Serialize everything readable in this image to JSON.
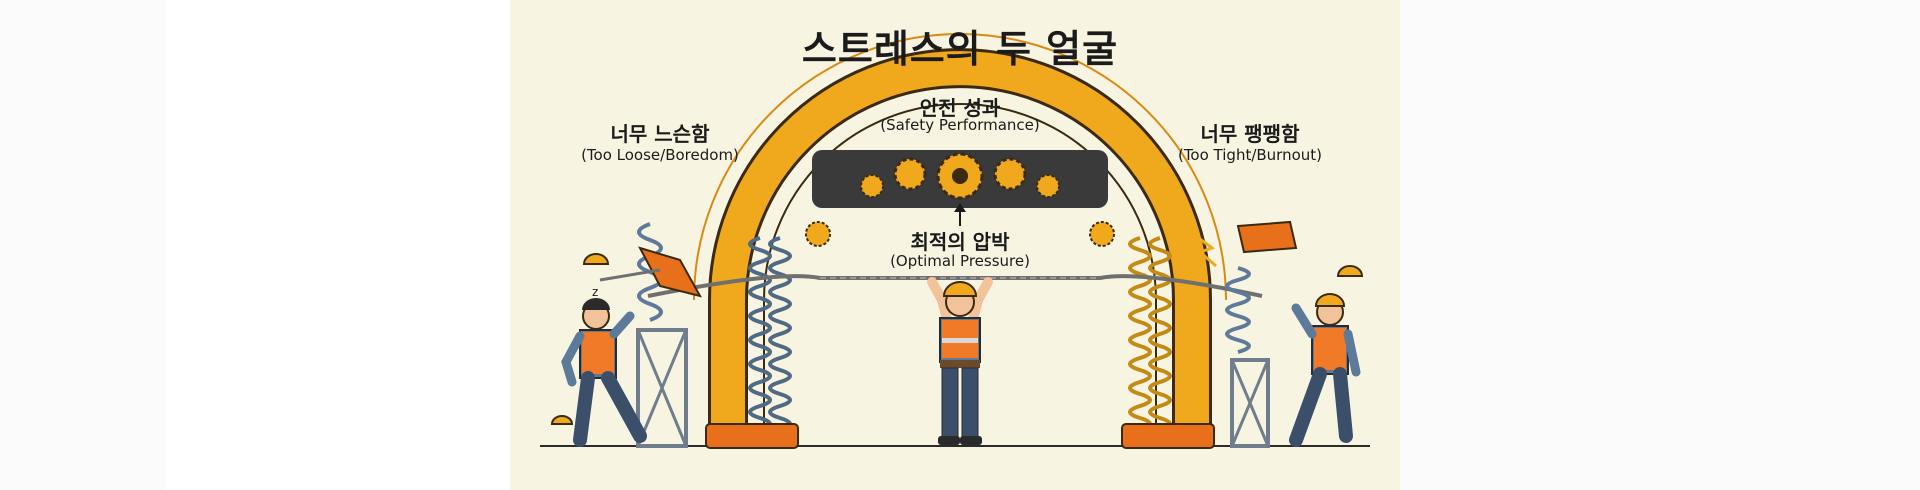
{
  "title": "스트레스의 두 얼굴",
  "left": {
    "ko": "너무 느슨함",
    "en": "(Too Loose/Boredom)"
  },
  "center": {
    "ko": "안전 성과",
    "en": "(Safety Performance)"
  },
  "right": {
    "ko": "너무 팽팽함",
    "en": "(Too Tight/Burnout)"
  },
  "optimal": {
    "ko": "최적의 압박",
    "en": "(Optimal Pressure)"
  },
  "colors": {
    "background": "#f8f4e2",
    "arch": "#f0a81c",
    "base": "#e8701a",
    "spring": "#5c7a99",
    "vest": "#f07a28"
  }
}
